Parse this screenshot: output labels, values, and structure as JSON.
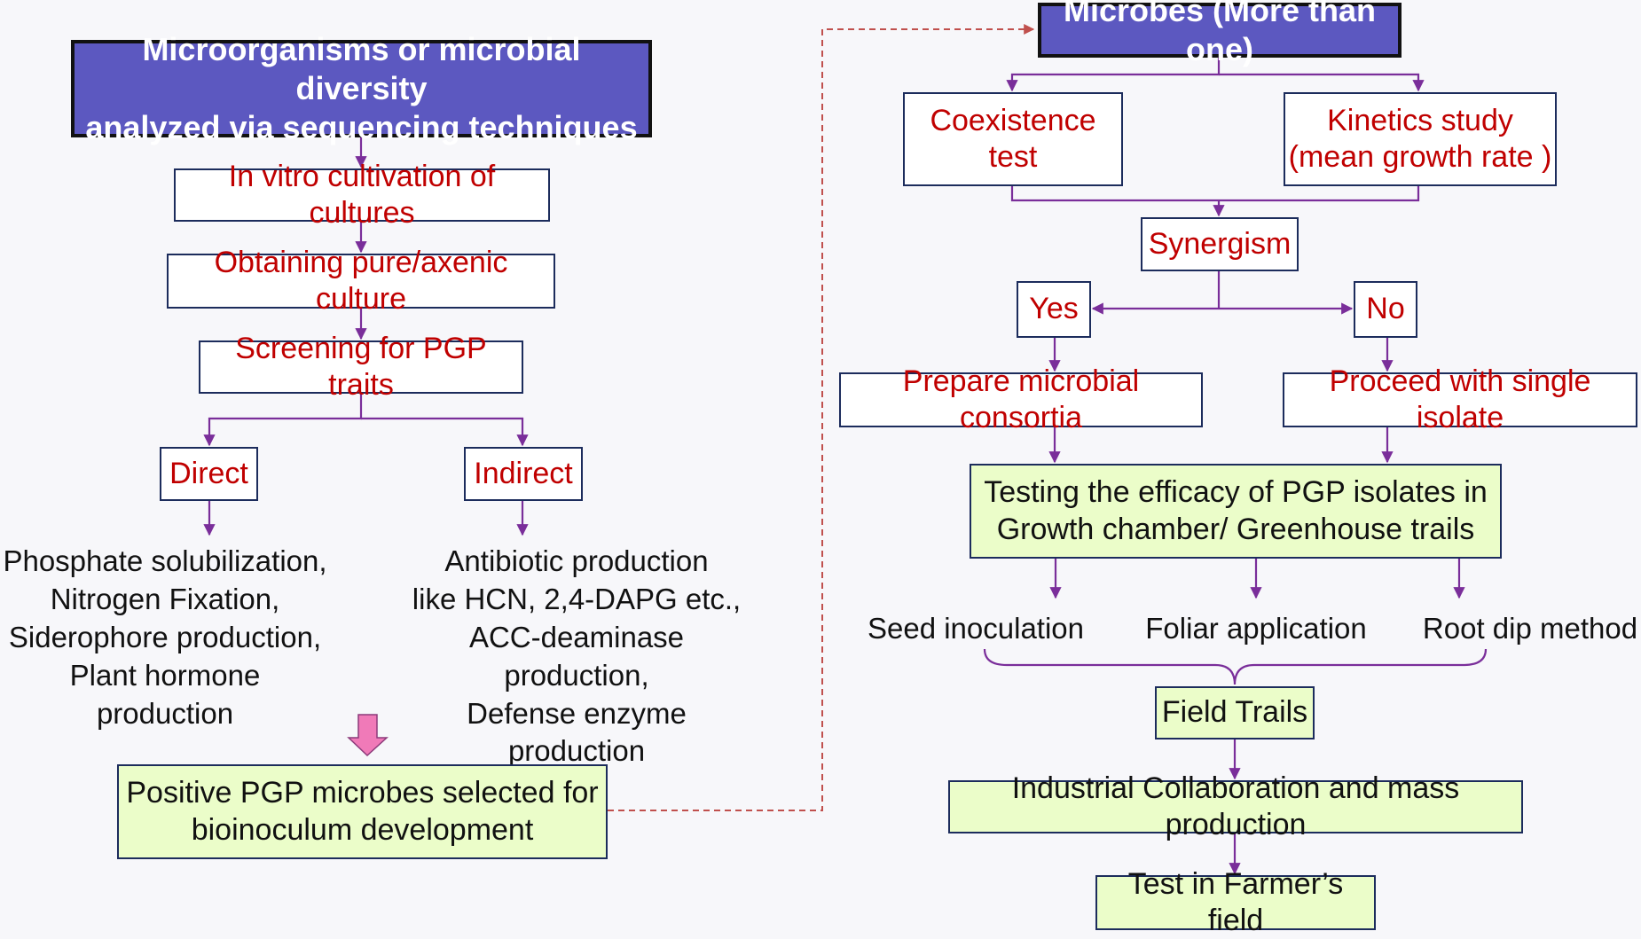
{
  "colors": {
    "header_fill": "#5c58c0",
    "box_red_text": "#c00000",
    "green_fill": "#ebfdc9",
    "connector": "#7a2e9a",
    "dashed_connector": "#c0504d",
    "pink_arrow": "#f07ab8"
  },
  "left": {
    "header": "Microorganisms or microbial diversity\nanalyzed via sequencing techniques",
    "in_vitro": "In vitro cultivation of cultures",
    "pure_culture": "Obtaining pure/axenic culture",
    "screening": "Screening for PGP traits",
    "direct": "Direct",
    "indirect": "Indirect",
    "direct_traits": "Phosphate solubilization,\nNitrogen Fixation,\nSiderophore production,\nPlant hormone production",
    "indirect_traits": "Antibiotic production\nlike HCN, 2,4-DAPG etc.,\nACC-deaminase production,\nDefense enzyme production",
    "positive": "Positive PGP microbes selected for\nbioinoculum development"
  },
  "right": {
    "header": "Microbes (More than one)",
    "coexistence": "Coexistence\ntest",
    "kinetics": "Kinetics study\n(mean growth rate )",
    "synergism": "Synergism",
    "yes": "Yes",
    "no": "No",
    "consortia": "Prepare microbial consortia",
    "single": "Proceed with single isolate",
    "testing": "Testing the efficacy of PGP isolates in\nGrowth chamber/ Greenhouse trails",
    "seed": "Seed inoculation",
    "foliar": "Foliar application",
    "root": "Root dip method",
    "field": "Field Trails",
    "industrial": "Industrial Collaboration and mass production",
    "farmer": "Test in Farmer’s field"
  }
}
